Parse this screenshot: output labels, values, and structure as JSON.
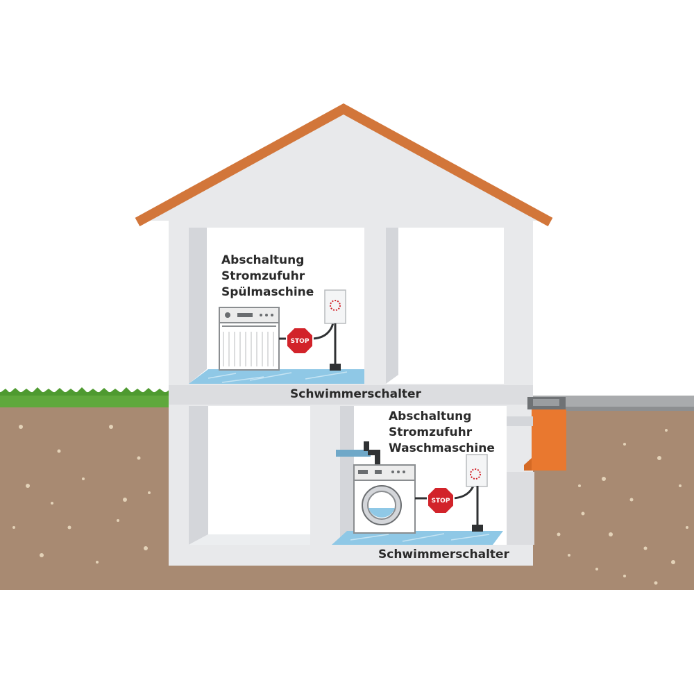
{
  "upper_floor": {
    "heading_lines": [
      "Abschaltung",
      "Stromzufuhr",
      "Spülmaschine"
    ],
    "sensor_label": "Schwimmerschalter",
    "stop_sign_text": "STOP"
  },
  "lower_floor": {
    "heading_lines": [
      "Abschaltung",
      "Stromzufuhr",
      "Waschmaschine"
    ],
    "sensor_label": "Schwimmerschalter",
    "stop_sign_text": "STOP"
  },
  "colors": {
    "roof": "#d2763a",
    "walls": "#e8e9eb",
    "rooms": "#ffffff",
    "soil": "#a88a72",
    "grass": "#5fa83c",
    "water": "#8fc8e6",
    "stop": "#d2232a",
    "drain": "#e9782f"
  }
}
